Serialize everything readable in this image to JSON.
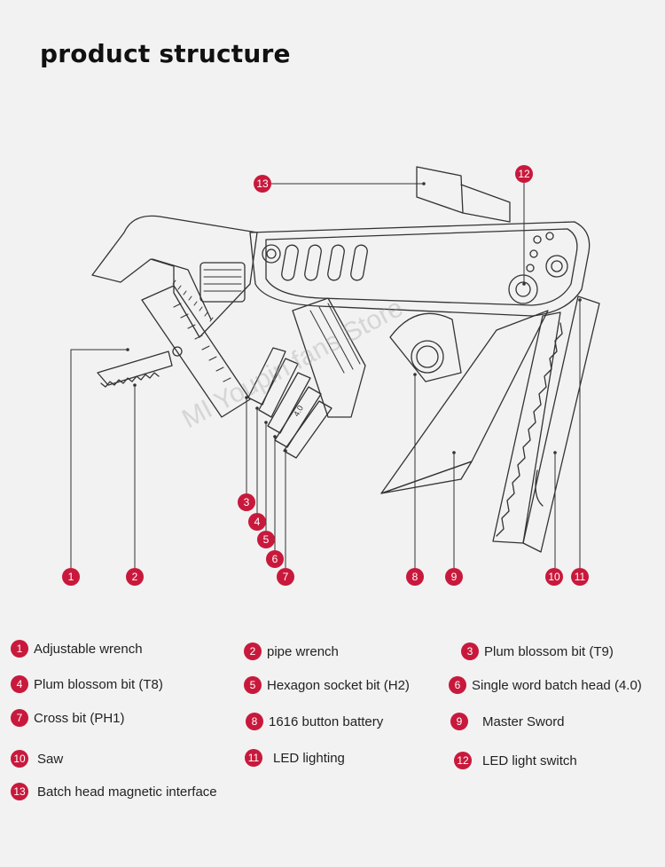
{
  "title": "product structure",
  "watermark": "MI Youpin fans Store",
  "colors": {
    "badge": "#c8193c",
    "line": "#333333",
    "background": "#f2f2f2"
  },
  "callouts": [
    "1",
    "2",
    "3",
    "4",
    "5",
    "6",
    "7",
    "8",
    "9",
    "10",
    "11",
    "12",
    "13"
  ],
  "bit_mark": "4.0",
  "legend": [
    {
      "num": "1",
      "label": "Adjustable wrench"
    },
    {
      "num": "2",
      "label": "pipe wrench"
    },
    {
      "num": "3",
      "label": "Plum blossom bit (T9)"
    },
    {
      "num": "4",
      "label": "Plum blossom bit (T8)"
    },
    {
      "num": "5",
      "label": "Hexagon socket bit (H2)"
    },
    {
      "num": "6",
      "label": "Single word batch head (4.0)"
    },
    {
      "num": "7",
      "label": "Cross bit (PH1)"
    },
    {
      "num": "8",
      "label": "1616 button battery"
    },
    {
      "num": "9",
      "label": "Master Sword"
    },
    {
      "num": "10",
      "label": "Saw"
    },
    {
      "num": "11",
      "label": "LED lighting"
    },
    {
      "num": "12",
      "label": "LED light switch"
    },
    {
      "num": "13",
      "label": "Batch head magnetic interface"
    }
  ]
}
